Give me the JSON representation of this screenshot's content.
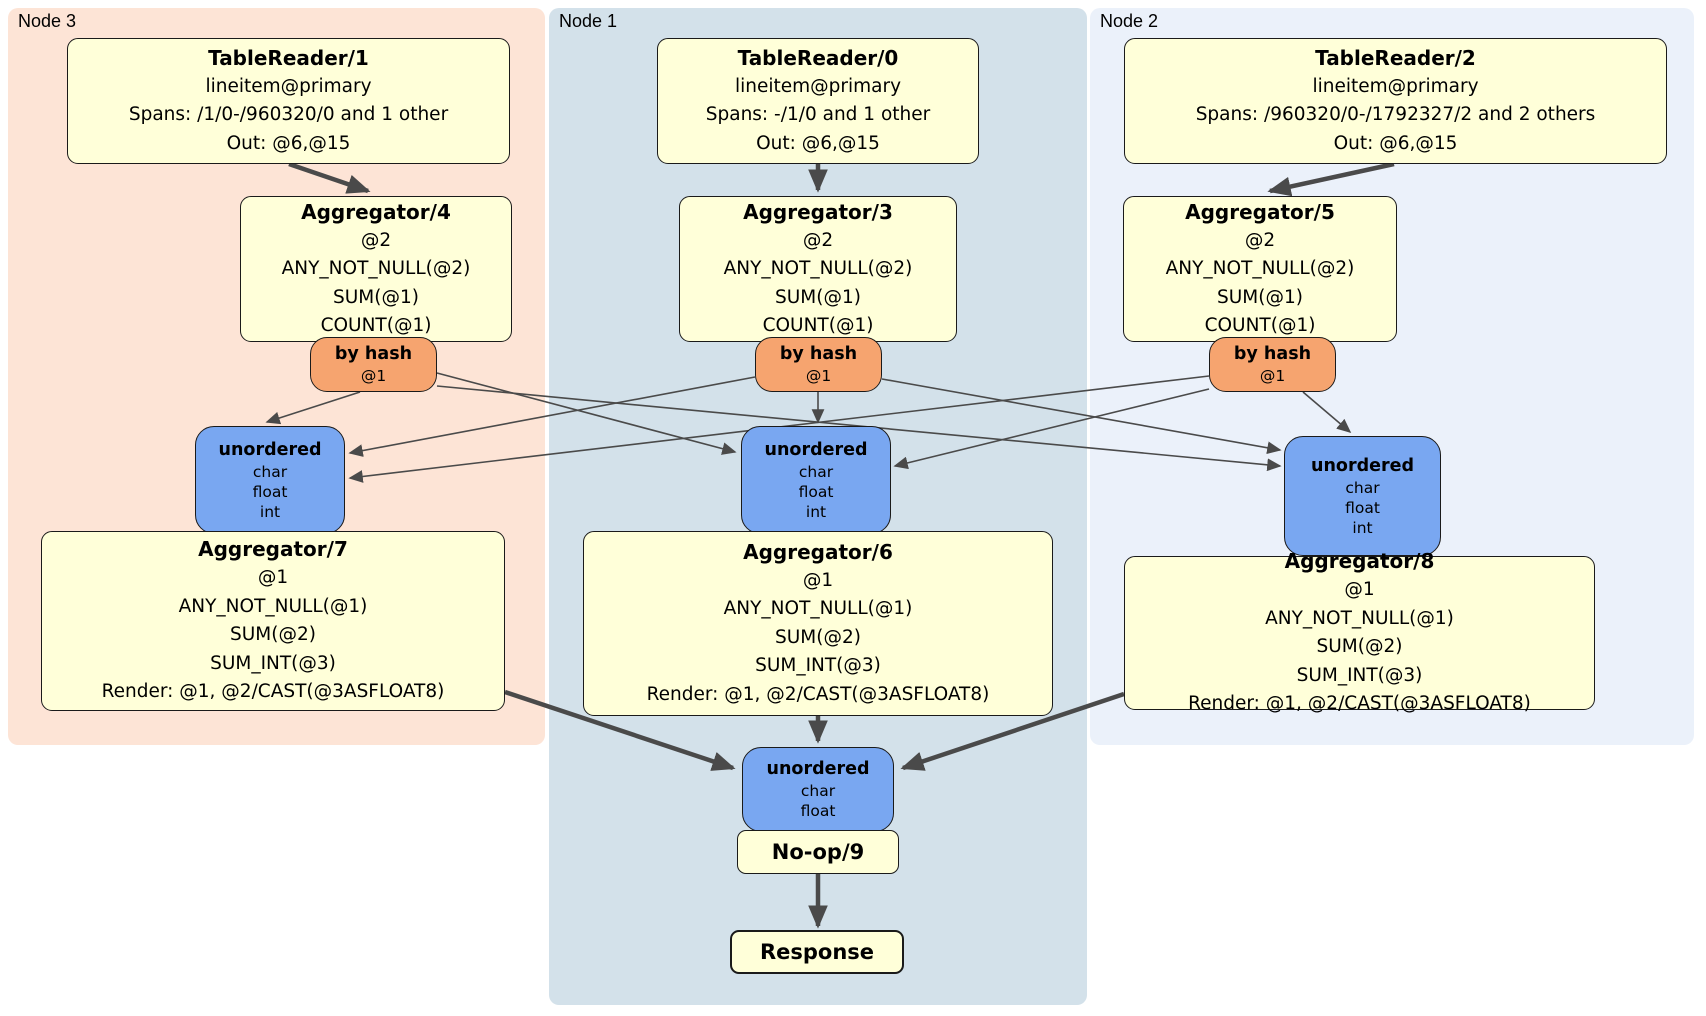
{
  "diagram": {
    "regions": [
      {
        "id": "node3",
        "label": "Node 3"
      },
      {
        "id": "node1",
        "label": "Node 1"
      },
      {
        "id": "node2",
        "label": "Node 2"
      }
    ],
    "boxes": {
      "tr1": {
        "title": "TableReader/1",
        "lines": [
          "lineitem@primary",
          "Spans: /1/0-/960320/0 and 1 other",
          "Out: @6,@15"
        ]
      },
      "tr0": {
        "title": "TableReader/0",
        "lines": [
          "lineitem@primary",
          "Spans: -/1/0 and 1 other",
          "Out: @6,@15"
        ]
      },
      "tr2": {
        "title": "TableReader/2",
        "lines": [
          "lineitem@primary",
          "Spans: /960320/0-/1792327/2 and 2 others",
          "Out: @6,@15"
        ]
      },
      "agg4": {
        "title": "Aggregator/4",
        "lines": [
          "@2",
          "ANY_NOT_NULL(@2)",
          "SUM(@1)",
          "COUNT(@1)"
        ]
      },
      "agg3": {
        "title": "Aggregator/3",
        "lines": [
          "@2",
          "ANY_NOT_NULL(@2)",
          "SUM(@1)",
          "COUNT(@1)"
        ]
      },
      "agg5": {
        "title": "Aggregator/5",
        "lines": [
          "@2",
          "ANY_NOT_NULL(@2)",
          "SUM(@1)",
          "COUNT(@1)"
        ]
      },
      "hash3": {
        "title": "by hash",
        "lines": [
          "@1"
        ]
      },
      "hash1": {
        "title": "by hash",
        "lines": [
          "@1"
        ]
      },
      "hash2": {
        "title": "by hash",
        "lines": [
          "@1"
        ]
      },
      "uno3": {
        "title": "unordered",
        "lines": [
          "char",
          "float",
          "int"
        ]
      },
      "uno1": {
        "title": "unordered",
        "lines": [
          "char",
          "float",
          "int"
        ]
      },
      "uno2": {
        "title": "unordered",
        "lines": [
          "char",
          "float",
          "int"
        ]
      },
      "agg7": {
        "title": "Aggregator/7",
        "lines": [
          "@1",
          "ANY_NOT_NULL(@1)",
          "SUM(@2)",
          "SUM_INT(@3)",
          "Render: @1, @2/CAST(@3ASFLOAT8)"
        ]
      },
      "agg6": {
        "title": "Aggregator/6",
        "lines": [
          "@1",
          "ANY_NOT_NULL(@1)",
          "SUM(@2)",
          "SUM_INT(@3)",
          "Render: @1, @2/CAST(@3ASFLOAT8)"
        ]
      },
      "agg8": {
        "title": "Aggregator/8",
        "lines": [
          "@1",
          "ANY_NOT_NULL(@1)",
          "SUM(@2)",
          "SUM_INT(@3)",
          "Render: @1, @2/CAST(@3ASFLOAT8)"
        ]
      },
      "unoFinal": {
        "title": "unordered",
        "lines": [
          "char",
          "float"
        ]
      },
      "noop": {
        "title": "No-op/9"
      },
      "response": {
        "title": "Response"
      }
    },
    "edges": [
      {
        "from": "TableReader/1",
        "to": "Aggregator/4"
      },
      {
        "from": "TableReader/0",
        "to": "Aggregator/3"
      },
      {
        "from": "TableReader/2",
        "to": "Aggregator/5"
      },
      {
        "from": "by hash (Node 3)",
        "to": "unordered (Node 3)"
      },
      {
        "from": "by hash (Node 3)",
        "to": "unordered (Node 1)"
      },
      {
        "from": "by hash (Node 3)",
        "to": "unordered (Node 2)"
      },
      {
        "from": "by hash (Node 1)",
        "to": "unordered (Node 3)"
      },
      {
        "from": "by hash (Node 1)",
        "to": "unordered (Node 1)"
      },
      {
        "from": "by hash (Node 1)",
        "to": "unordered (Node 2)"
      },
      {
        "from": "by hash (Node 2)",
        "to": "unordered (Node 3)"
      },
      {
        "from": "by hash (Node 2)",
        "to": "unordered (Node 1)"
      },
      {
        "from": "by hash (Node 2)",
        "to": "unordered (Node 2)"
      },
      {
        "from": "Aggregator/7",
        "to": "unordered (final)"
      },
      {
        "from": "Aggregator/6",
        "to": "unordered (final)"
      },
      {
        "from": "Aggregator/8",
        "to": "unordered (final)"
      },
      {
        "from": "No-op/9",
        "to": "Response"
      }
    ],
    "colors": {
      "node3_bg": "#fde4d6",
      "node1_bg": "#d3e1ea",
      "node2_bg": "#ebf1fa",
      "processor_box": "#ffffd9",
      "hash_router": "#f6a46f",
      "unordered_sync": "#79a7f1",
      "edge": "#4a4a4a"
    }
  }
}
